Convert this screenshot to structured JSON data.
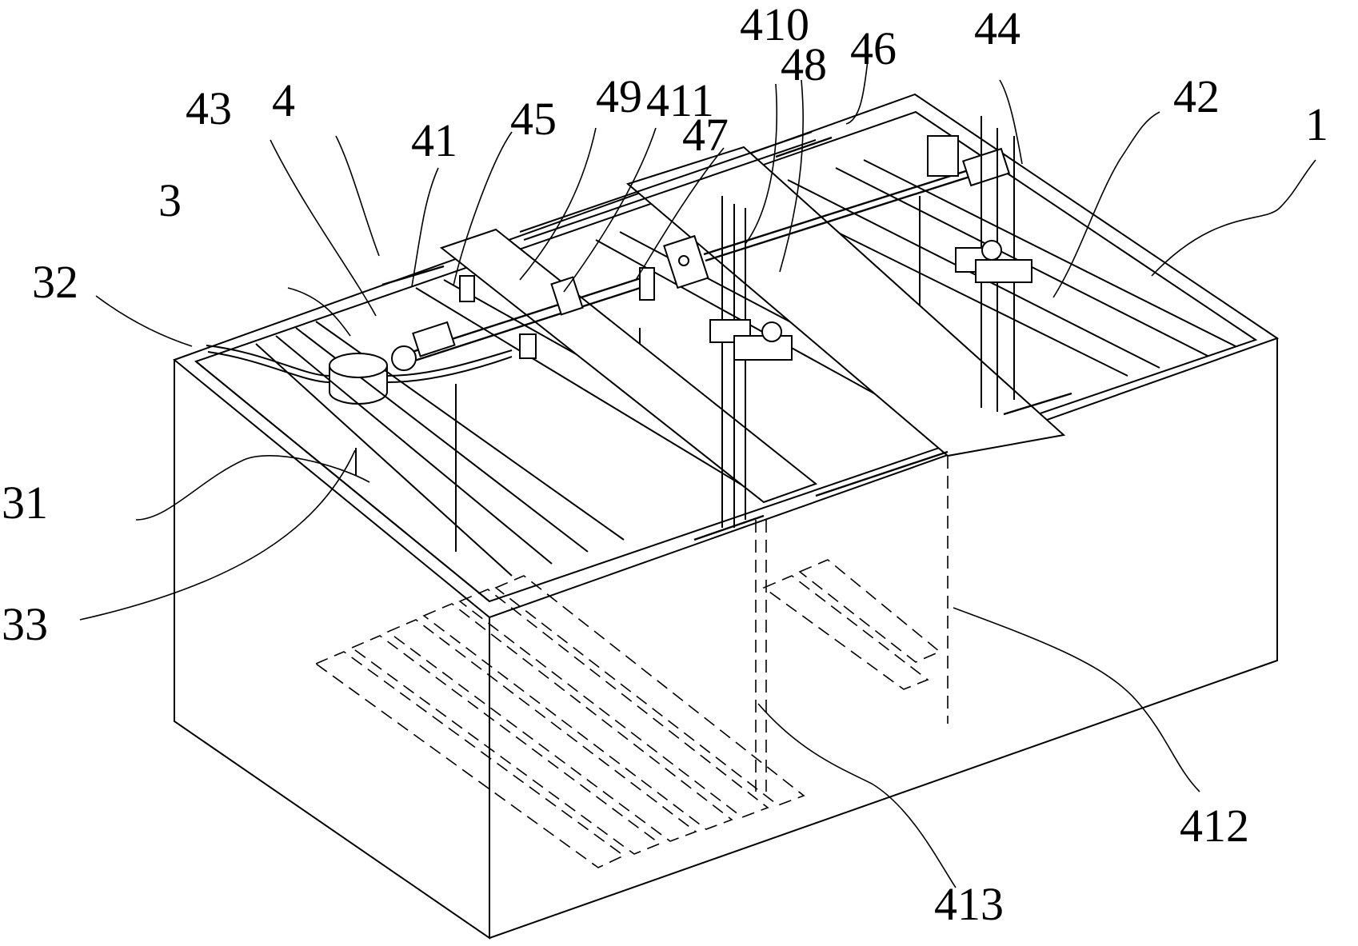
{
  "labels": [
    {
      "id": "1",
      "text": "1"
    },
    {
      "id": "3",
      "text": "3"
    },
    {
      "id": "4",
      "text": "4"
    },
    {
      "id": "31",
      "text": "31"
    },
    {
      "id": "32",
      "text": "32"
    },
    {
      "id": "33",
      "text": "33"
    },
    {
      "id": "41",
      "text": "41"
    },
    {
      "id": "42",
      "text": "42"
    },
    {
      "id": "43",
      "text": "43"
    },
    {
      "id": "44",
      "text": "44"
    },
    {
      "id": "45",
      "text": "45"
    },
    {
      "id": "46",
      "text": "46"
    },
    {
      "id": "47",
      "text": "47"
    },
    {
      "id": "48",
      "text": "48"
    },
    {
      "id": "49",
      "text": "49"
    },
    {
      "id": "410",
      "text": "410"
    },
    {
      "id": "411",
      "text": "411"
    },
    {
      "id": "412",
      "text": "412"
    },
    {
      "id": "413",
      "text": "413"
    }
  ]
}
